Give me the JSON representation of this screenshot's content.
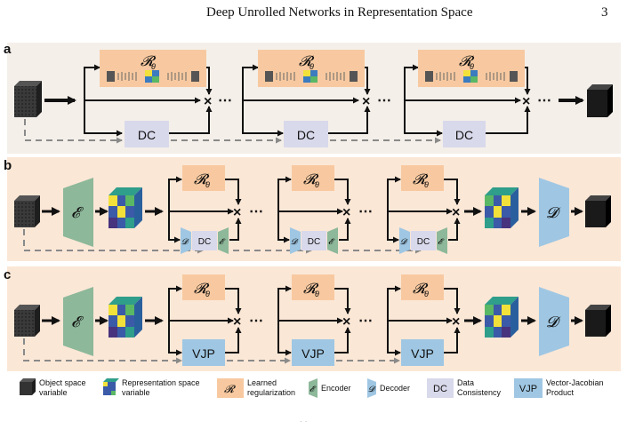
{
  "header": {
    "running_title": "Deep Unrolled Networks in Representation Space",
    "page_number": "3"
  },
  "panels": [
    {
      "letter": "a",
      "dc_label": "DC"
    },
    {
      "letter": "b",
      "dc_label": "DC"
    },
    {
      "letter": "c",
      "vjp_label": "VJP"
    }
  ],
  "symbols": {
    "regularizer": "𝓡",
    "regularizer_sub": "θ",
    "encoder": "𝓔",
    "decoder": "𝓓",
    "cross": "×",
    "dots": "⋯"
  },
  "legend": [
    {
      "key": "object",
      "label_line1": "Object space",
      "label_line2": "variable"
    },
    {
      "key": "representation",
      "label_line1": "Representation space",
      "label_line2": "variable"
    },
    {
      "key": "regularization",
      "label_line1": "Learned",
      "label_line2": "regularization"
    },
    {
      "key": "encoder",
      "label_line1": "Encoder",
      "label_line2": ""
    },
    {
      "key": "decoder",
      "label_line1": "Decoder",
      "label_line2": ""
    },
    {
      "key": "dc",
      "swatch": "DC",
      "label_line1": "Data",
      "label_line2": "Consistency"
    },
    {
      "key": "vjp",
      "swatch": "VJP",
      "label_line1": "Vector-Jacobian",
      "label_line2": "Product"
    }
  ],
  "colors": {
    "panel_a_bg": "#f4efe9",
    "panel_bc_bg": "#fbe7d6",
    "reg_box": "#f8c9a0",
    "dc_box": "#d9d9ec",
    "vjp_box": "#9fc7e3",
    "encoder": "#8db89a",
    "decoder": "#9fc7e3",
    "arrow": "#111111",
    "dashed": "#8a8a8a"
  },
  "footer": {
    "glyph": "· ·"
  }
}
